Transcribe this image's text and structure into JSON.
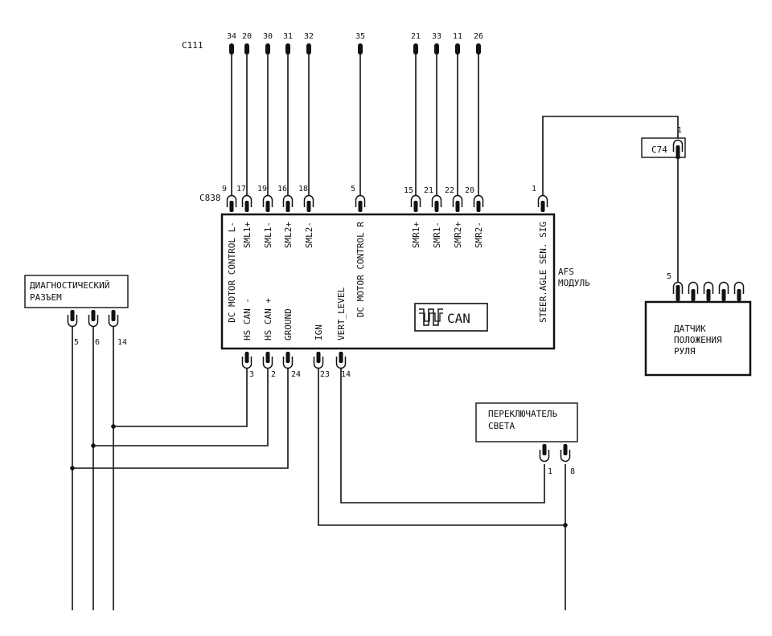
{
  "connectors": {
    "c111": "C111",
    "c838": "C838",
    "c74": "C74"
  },
  "c111_pins": [
    "34",
    "20",
    "30",
    "31",
    "32",
    "35",
    "21",
    "33",
    "11",
    "26"
  ],
  "module": {
    "name": "AFS МОДУЛЬ",
    "can_logo": "CAN",
    "top_pin_numbers": [
      "9",
      "17",
      "19",
      "16",
      "18",
      "5",
      "15",
      "21",
      "22",
      "20",
      "1"
    ],
    "top_pin_labels": [
      "DC MOTOR CONTROL L-",
      "SML1+",
      "SML1-",
      "SML2+",
      "SML2-",
      "DC MOTOR CONTROL R",
      "SMR1+",
      "SMR1-",
      "SMR2+",
      "SMR2-",
      "STEER.AGLE SEN. SIG"
    ],
    "bottom_pin_labels": [
      "HS CAN -",
      "HS CAN +",
      "GROUND",
      "IGN",
      "VERT_LEVEL"
    ],
    "bottom_pin_numbers": [
      "3",
      "2",
      "24",
      "23",
      "14"
    ]
  },
  "diag_connector": {
    "label_line1": "ДИАГНОСТИЧЕСКИЙ",
    "label_line2": "РАЗЪЕМ",
    "pins": [
      "5",
      "6",
      "14"
    ]
  },
  "c74_pin": "1",
  "steering_sensor": {
    "line1": "ДАТЧИК",
    "line2": "ПОЛОЖЕНИЯ",
    "line3": "РУЛЯ",
    "pin": "5"
  },
  "light_switch": {
    "line1": "ПЕРЕКЛЮЧАТЕЛЬ",
    "line2": "СВЕТА",
    "pins": [
      "1",
      "8"
    ]
  }
}
